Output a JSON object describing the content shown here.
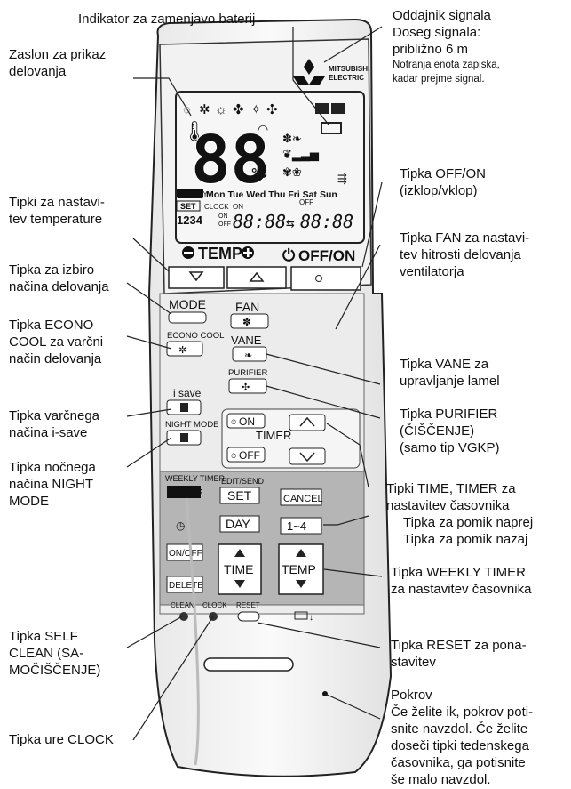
{
  "labels": {
    "indicator": "Indikator za zamenjavo baterij",
    "transmitter": [
      "Oddajnik signala",
      "Doseg signala:",
      "približno 6 m",
      "Notranja enota zapiska,",
      "kadar prejme signal."
    ],
    "display": [
      "Zaslon za prikaz",
      "delovanja"
    ],
    "temp_keys": [
      "Tipki za nastavi-",
      "tev temperature"
    ],
    "mode_key": [
      "Tipka za izbiro",
      "načina delovanja"
    ],
    "econo_key": [
      "Tipka ECONO",
      "COOL za varčni",
      "način delovanja"
    ],
    "isave_key": [
      "Tipka varčnega",
      "načina i-save"
    ],
    "night_key": [
      "Tipka nočnega",
      "načina NIGHT",
      "MODE"
    ],
    "selfclean_key": [
      "Tipka SELF",
      "CLEAN (SA-",
      "MOČIŠČENJE)"
    ],
    "clock_key": "Tipka ure CLOCK",
    "offon_key": [
      "Tipka OFF/ON",
      "(izklop/vklop)"
    ],
    "fan_key": [
      "Tipka FAN za nastavi-",
      "tev hitrosti delovanja",
      "ventilatorja"
    ],
    "vane_key": [
      "Tipka VANE za",
      "upravljanje lamel"
    ],
    "purifier_key": [
      "Tipka PURIFIER",
      "(ČIŠČENJE)",
      "(samo tip VGKP)"
    ],
    "time_timer_keys": [
      "Tipki TIME, TIMER za",
      "nastavitev časovnika"
    ],
    "forward": "Tipka za pomik naprej",
    "back": "Tipka za pomik nazaj",
    "weekly_key": [
      "Tipka WEEKLY TIMER",
      "za nastavitev časovnika"
    ],
    "reset_key": [
      "Tipka RESET za pona-",
      "stavitev"
    ],
    "cover": [
      "Pokrov",
      "Če želite ik, pokrov poti-",
      "snite navzdol. Če želite",
      "doseči tipki tedenskega",
      "časovnika, ga potisnite",
      "še malo navzdol."
    ]
  },
  "remote": {
    "brand": [
      "MITSUBISHI",
      "ELECTRIC"
    ],
    "lcd": {
      "temp": "88",
      "unit": "°C",
      "weekly": "WEEKLY",
      "days": "Mon Tue Wed Thu Fri Sat Sun",
      "set": "SET",
      "clock": "CLOCK",
      "on": "ON",
      "off": "OFF",
      "prog": "1234",
      "time1": "88:88",
      "time2": "88:88"
    },
    "temp_label": "TEMP",
    "offon_label": "OFF/ON",
    "buttons": {
      "mode": "MODE",
      "fan": "FAN",
      "econo": "ECONO COOL",
      "vane": "VANE",
      "purifier": "PURIFIER",
      "isave": "i save",
      "night": "NIGHT MODE",
      "on": "ON",
      "off": "OFF",
      "timer": "TIMER",
      "weekly_timer": "WEEKLY TIMER",
      "weekly_onoff": "ON/OFF",
      "edit_send": "EDIT/SEND",
      "set": "SET",
      "cancel": "CANCEL",
      "day": "DAY",
      "range": "1~4",
      "onoff": "ON/OFF",
      "delete": "DELETE",
      "time": "TIME",
      "temp": "TEMP",
      "clean": "CLEAN",
      "clock": "CLOCK",
      "reset": "RESET"
    }
  }
}
